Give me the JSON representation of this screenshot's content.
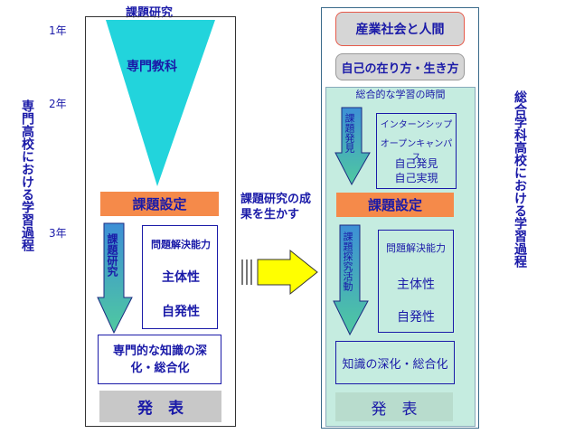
{
  "left": {
    "top_title": "課題研究",
    "years": [
      "1年",
      "2年",
      "3年"
    ],
    "side_label": "専門高校における学習過程",
    "funnel_label": "専門教科",
    "setting": "課題設定",
    "arrow_label": "課題研究",
    "abilities": [
      "問題解決能力",
      "主体性",
      "自発性"
    ],
    "knowledge": "専門的な知識の深化・総合化",
    "presentation": "発　表"
  },
  "middle": {
    "caption": "課題研究の成果を生かす"
  },
  "right": {
    "box1": "産業社会と人間",
    "box2": "自己の在り方・生き方",
    "section_title": "総合的な学習の時間",
    "arrow1_label": "課題発見",
    "career_items": [
      "インターンシップ",
      "オープンキャンパス",
      "自己発見",
      "自己実現"
    ],
    "setting": "課題設定",
    "arrow2_label": "課題探究活動",
    "abilities": [
      "問題解決能力",
      "主体性",
      "自発性"
    ],
    "knowledge": "知識の深化・総合化",
    "presentation": "発　表",
    "side_label": "総合学科高校における学習過程"
  },
  "colors": {
    "navy": "#1a1aa8",
    "cyan": "#22d4dc",
    "orange": "#f58a4a",
    "gray": "#c8c8c8",
    "mint": "#c5ece0",
    "yellow": "#ffff00",
    "arrow_grad_top": "#3d8fd6",
    "arrow_grad_bottom": "#4fc9a0"
  }
}
